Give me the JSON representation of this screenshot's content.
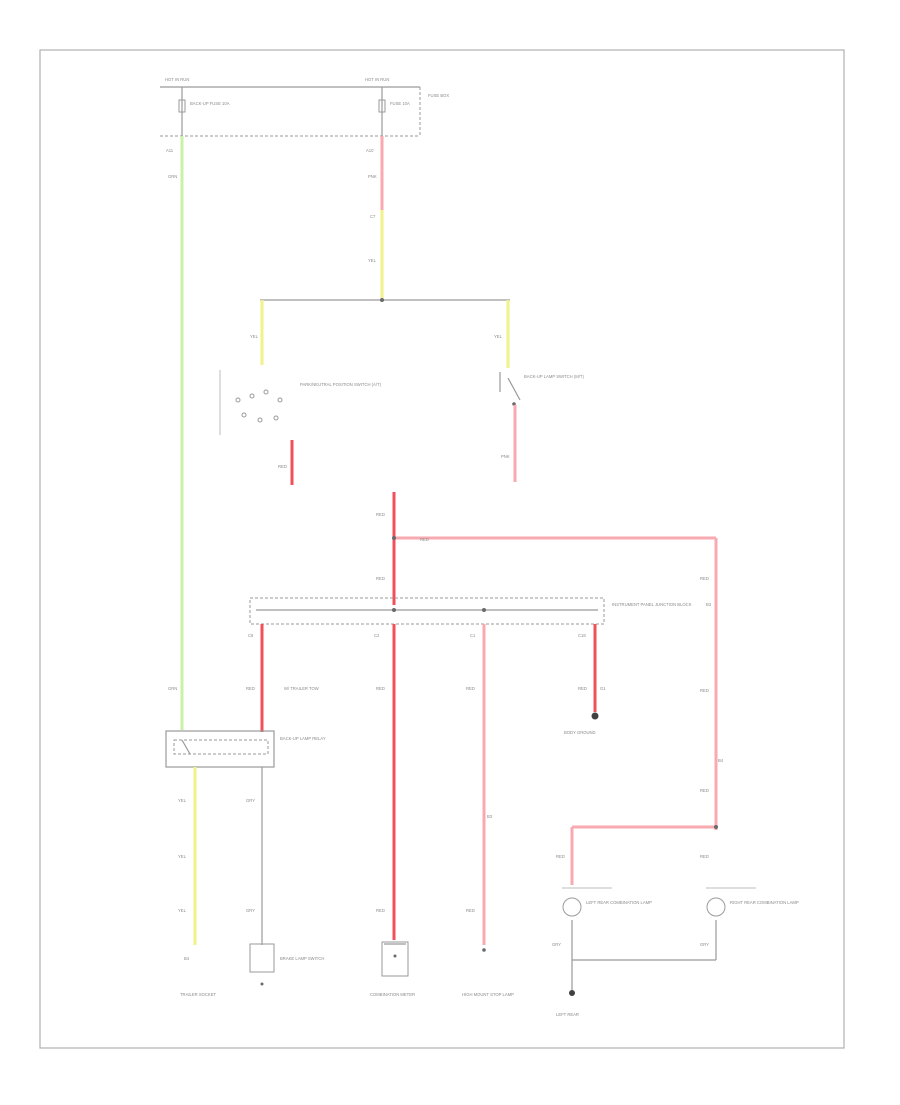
{
  "diagram": {
    "title": "",
    "corner_label": "",
    "labels": {
      "hot_left": "HOT IN RUN",
      "hot_right": "HOT IN RUN",
      "fuse_left": "BACK-UP FUSE 10A",
      "fuse_right": "FUSE 10A",
      "fuse_block": "FUSE BOX",
      "shift_switch": "PARK/NEUTRAL POSITION SWITCH (A/T)",
      "backup_switch": "BACK-UP LAMP SWITCH (M/T)",
      "junction": "INSTRUMENT PANEL JUNCTION BLOCK",
      "relay": "BACK-UP LAMP RELAY",
      "trailer_tow": "W/ TRAILER TOW",
      "trailer_socket": "TRAILER SOCKET",
      "brake_switch": "BRAKE LAMP SWITCH",
      "combination_meter": "COMBINATION METER",
      "high_mount": "HIGH MOUNT STOP LAMP",
      "left_lamp": "LEFT REAR COMBINATION LAMP",
      "right_lamp": "RIGHT REAR COMBINATION LAMP",
      "ground_left": "LEFT REAR",
      "body_ground": "BODY GROUND"
    },
    "wires": {
      "grn": "GRN",
      "pnk": "PNK",
      "yel": "YEL",
      "red": "RED",
      "gry": "GRY"
    },
    "pins": [
      "A11",
      "A10",
      "C7",
      "C6",
      "C2",
      "C1",
      "C18",
      "B3",
      "B4",
      "G1"
    ]
  }
}
